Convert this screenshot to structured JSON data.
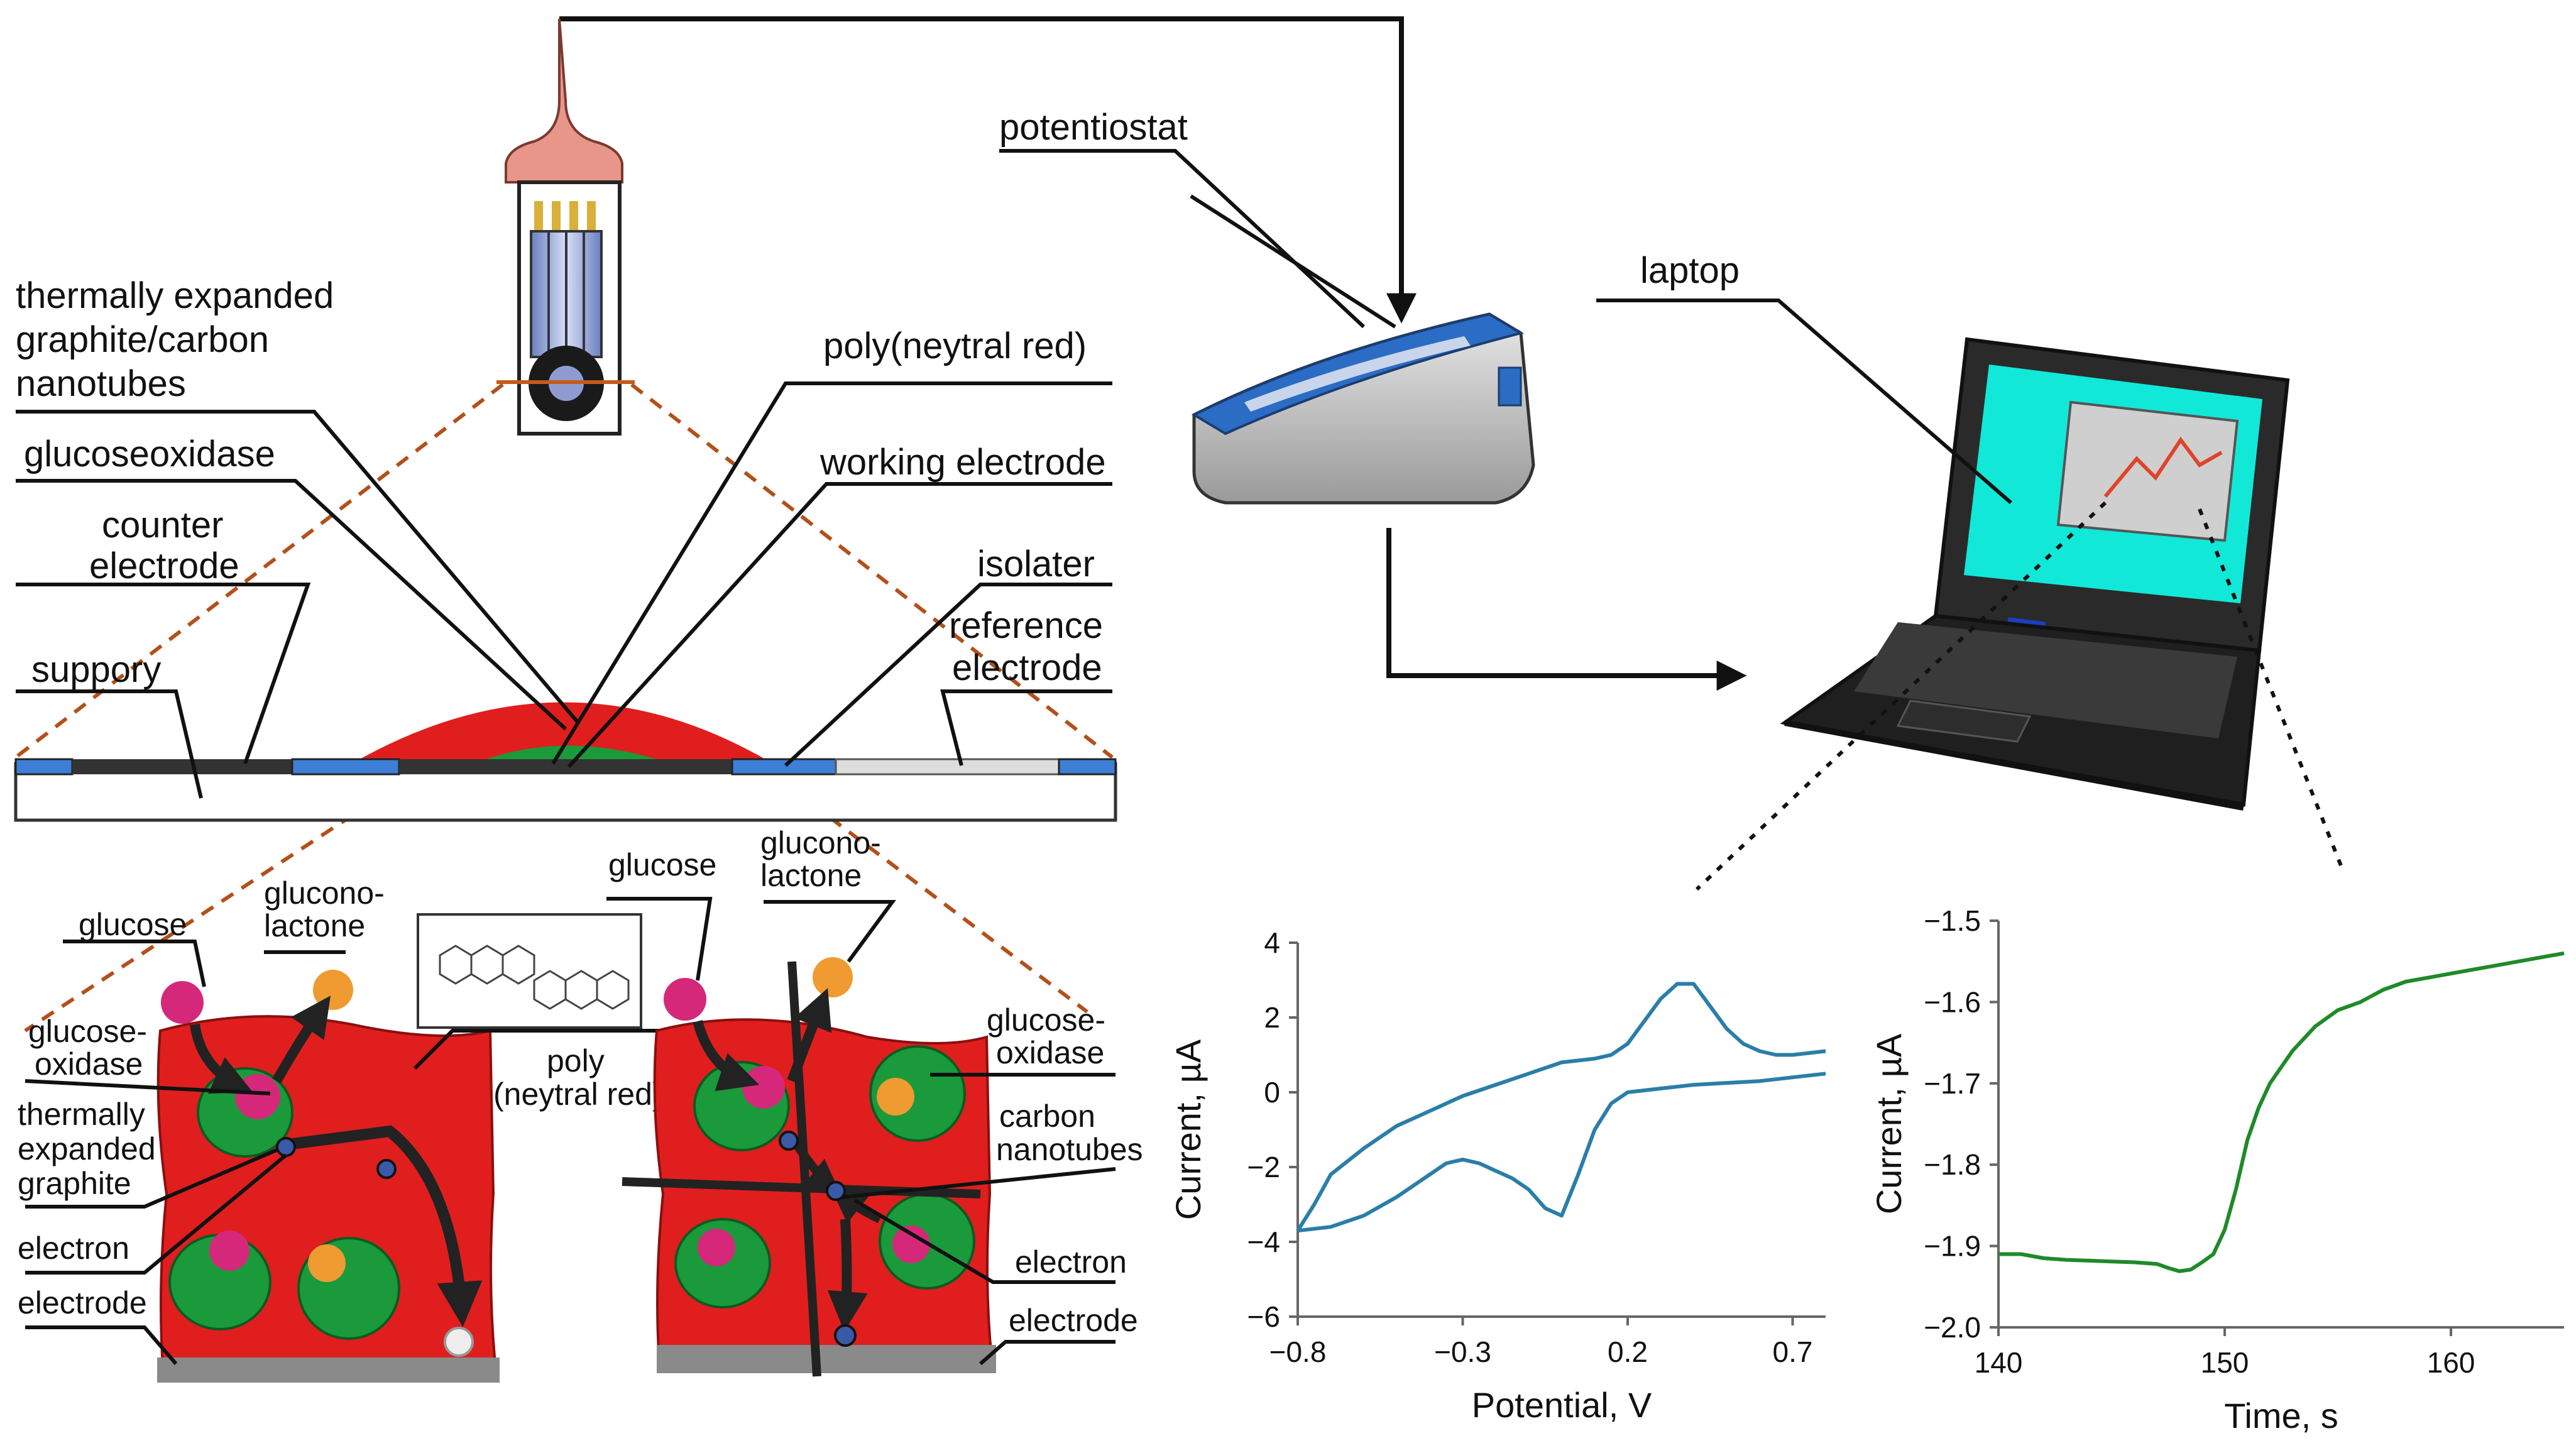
{
  "labels": {
    "potentiostat": "potentiostat",
    "laptop": "laptop",
    "tegcnt_1": "thermally expanded",
    "tegcnt_2": "graphite/carbon",
    "tegcnt_3": "nanotubes",
    "glucoseoxidase": "glucoseoxidase",
    "counter_1": "counter",
    "counter_2": "electrode",
    "suppory": "suppory",
    "polynr": "poly(neytral red)",
    "working": "working electrode",
    "isolater": "isolater",
    "reference_1": "reference",
    "reference_2": "electrode"
  },
  "left_panel": {
    "glucose": "glucose",
    "gluconolactone_1": "glucono-",
    "gluconolactone_2": "lactone",
    "gox_1": "glucose-",
    "gox_2": "oxidase",
    "teg_1": "thermally",
    "teg_2": "expanded",
    "teg_3": "graphite",
    "electron": "electron",
    "electrode": "electrode",
    "poly_1": "poly",
    "poly_2": "(neytral red)"
  },
  "right_panel": {
    "glucose": "glucose",
    "gluconolactone_1": "glucono-",
    "gluconolactone_2": "lactone",
    "gox_1": "glucose-",
    "gox_2": "oxidase",
    "cnt_1": "carbon",
    "cnt_2": "nanotubes",
    "electron": "electron",
    "electrode": "electrode"
  },
  "colors": {
    "red": "#e01e1e",
    "blue_strip": "#3d7fd6",
    "green": "#1a9a3a",
    "cv_line": "#2a7ea8",
    "amp_line": "#1f8a2a",
    "screen": "#12e8d8"
  },
  "chart_data": [
    {
      "type": "line",
      "xlabel": "Potential, V",
      "ylabel": "Current, µA",
      "xlim": [
        -0.8,
        0.8
      ],
      "ylim": [
        -6,
        4
      ],
      "xticks": [
        -0.8,
        -0.3,
        0.2,
        0.7
      ],
      "yticks": [
        4,
        2,
        0,
        -2,
        -4,
        -6
      ],
      "grid": false,
      "series": [
        {
          "x": [
            -0.8,
            -0.75,
            -0.7,
            -0.6,
            -0.5,
            -0.4,
            -0.3,
            -0.2,
            -0.1,
            0.0,
            0.1,
            0.15,
            0.2,
            0.25,
            0.3,
            0.35,
            0.4,
            0.45,
            0.5,
            0.55,
            0.6,
            0.65,
            0.7,
            0.8
          ],
          "y": [
            -3.7,
            -3.0,
            -2.2,
            -1.5,
            -0.9,
            -0.5,
            -0.1,
            0.2,
            0.5,
            0.8,
            0.9,
            1.0,
            1.3,
            1.9,
            2.5,
            2.9,
            2.9,
            2.3,
            1.7,
            1.3,
            1.1,
            1.0,
            1.0,
            1.1
          ]
        },
        {
          "x": [
            0.8,
            0.7,
            0.6,
            0.5,
            0.4,
            0.3,
            0.25,
            0.2,
            0.15,
            0.1,
            0.05,
            0.0,
            -0.05,
            -0.1,
            -0.15,
            -0.2,
            -0.25,
            -0.3,
            -0.35,
            -0.4,
            -0.5,
            -0.6,
            -0.7,
            -0.8
          ],
          "y": [
            0.5,
            0.4,
            0.3,
            0.25,
            0.2,
            0.1,
            0.05,
            0.0,
            -0.3,
            -1.0,
            -2.2,
            -3.3,
            -3.1,
            -2.6,
            -2.3,
            -2.1,
            -1.9,
            -1.8,
            -1.9,
            -2.2,
            -2.8,
            -3.3,
            -3.6,
            -3.7
          ]
        }
      ]
    },
    {
      "type": "line",
      "xlabel": "Time, s",
      "ylabel": "Current, µA",
      "xlim": [
        140,
        165
      ],
      "ylim": [
        -2.0,
        -1.5
      ],
      "xticks": [
        140,
        150,
        160
      ],
      "yticks": [
        -1.5,
        -1.6,
        -1.7,
        -1.8,
        -1.9,
        -2.0
      ],
      "grid": false,
      "series": [
        {
          "x": [
            140,
            141,
            142,
            143,
            144,
            145,
            146,
            147,
            147.5,
            148,
            148.5,
            149,
            149.5,
            150,
            150.5,
            151,
            151.5,
            152,
            153,
            154,
            155,
            156,
            157,
            158,
            159,
            160,
            161,
            162,
            163,
            164,
            165
          ],
          "y": [
            -1.91,
            -1.91,
            -1.915,
            -1.917,
            -1.918,
            -1.919,
            -1.92,
            -1.922,
            -1.927,
            -1.931,
            -1.929,
            -1.92,
            -1.91,
            -1.88,
            -1.83,
            -1.77,
            -1.73,
            -1.7,
            -1.66,
            -1.63,
            -1.61,
            -1.6,
            -1.585,
            -1.575,
            -1.57,
            -1.565,
            -1.56,
            -1.555,
            -1.55,
            -1.545,
            -1.54
          ]
        }
      ]
    }
  ]
}
